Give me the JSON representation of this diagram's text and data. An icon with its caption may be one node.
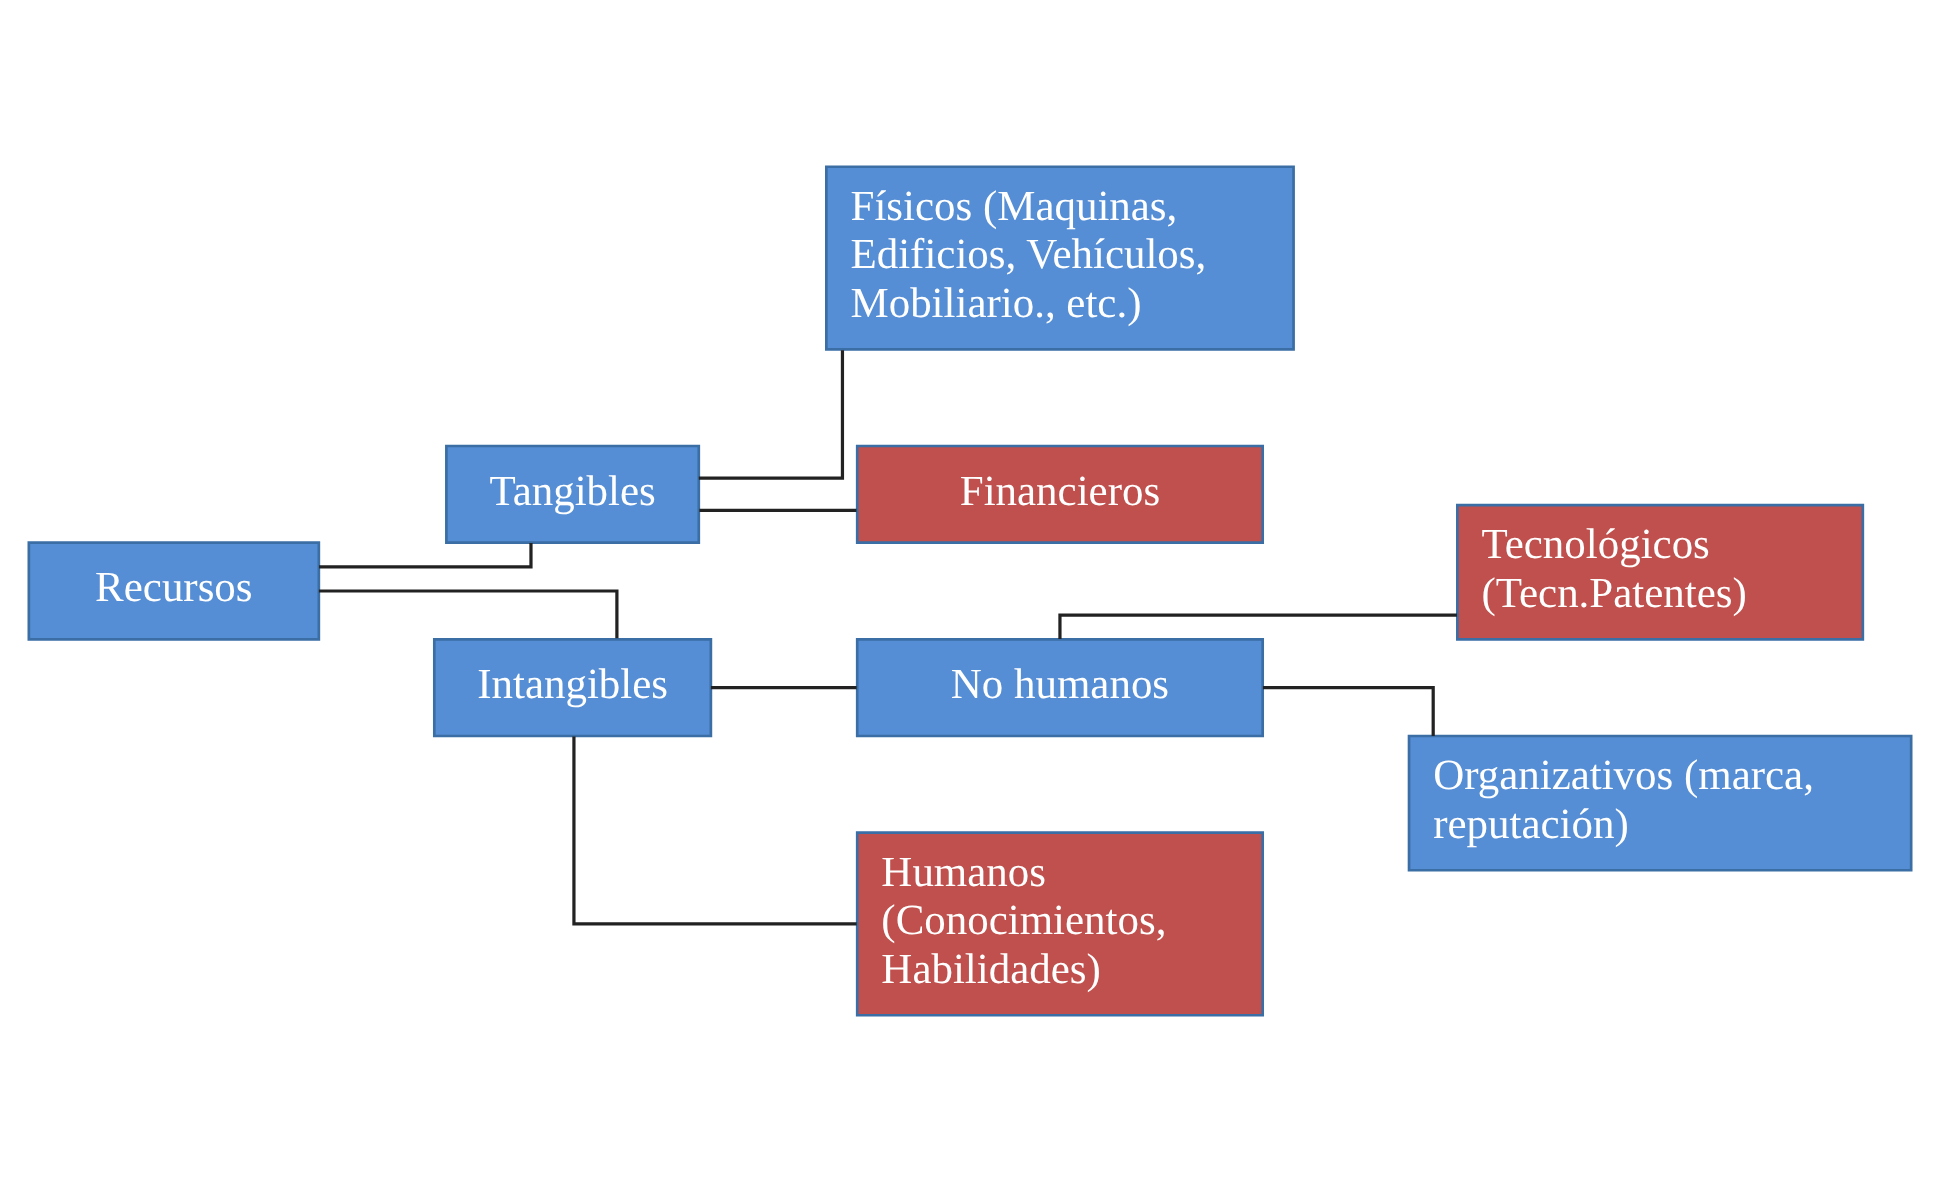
{
  "diagram": {
    "nodes": [
      {
        "text": [
          "Recursos"
        ]
      },
      {
        "text": [
          "Tangibles"
        ]
      },
      {
        "text": [
          "Físicos (Maquinas, Edificios, Vehículos, Mobiliario., etc.)"
        ]
      },
      {
        "text": [
          "Financieros"
        ]
      },
      {
        "text": [
          "Intangibles"
        ]
      },
      {
        "text": [
          "No humanos"
        ]
      },
      {
        "text": [
          "Tecnológicos (Tecn.Patentes)"
        ]
      },
      {
        "text": [
          "Organizativos (marca, reputación)"
        ]
      },
      {
        "text": [
          "Humanos (Conocimientos, Habilidades)"
        ]
      }
    ],
    "edges": [
      {
        "from": 0,
        "to": 1,
        "arrow": "none"
      },
      {
        "from": 0,
        "to": 4,
        "arrow": "none"
      },
      {
        "from": 1,
        "to": 2,
        "arrow": "none"
      },
      {
        "from": 1,
        "to": 3,
        "arrow": "none"
      },
      {
        "from": 4,
        "to": 5,
        "arrow": "none"
      },
      {
        "from": 4,
        "to": 8,
        "arrow": "none"
      },
      {
        "from": 5,
        "to": 6,
        "arrow": "none"
      },
      {
        "from": 5,
        "to": 7,
        "arrow": "none"
      }
    ]
  }
}
